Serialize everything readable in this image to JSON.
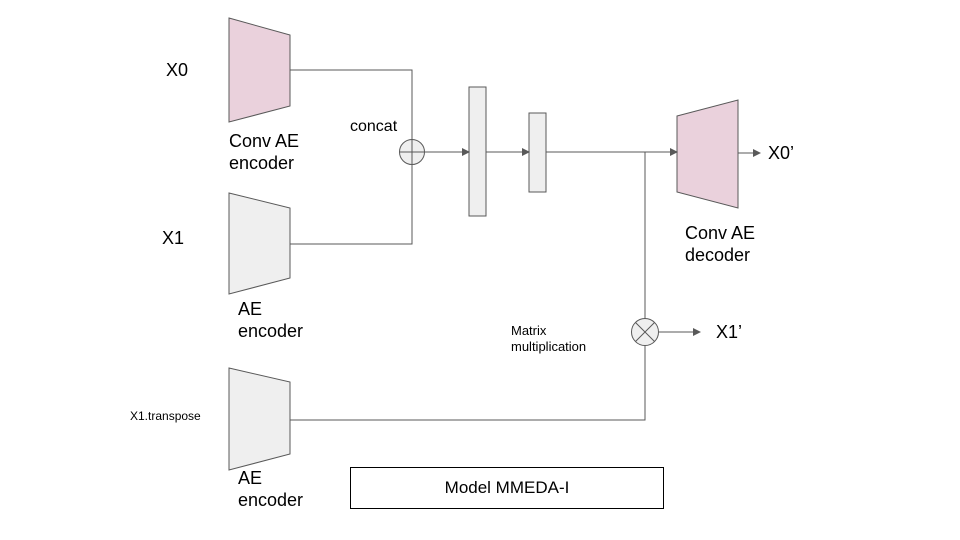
{
  "colors": {
    "conv_fill": "#ead1dc",
    "ae_fill": "#efefef",
    "stroke": "#595959",
    "line": "#595959"
  },
  "inputs": {
    "x0": "X0",
    "x1": "X1",
    "x1_transpose": "X1.transpose"
  },
  "blocks": {
    "conv_ae_encoder": "Conv AE\nencoder",
    "ae_encoder_1": "AE\nencoder",
    "ae_encoder_2": "AE\nencoder",
    "conv_ae_decoder": "Conv AE\ndecoder"
  },
  "operations": {
    "concat": "concat",
    "matmul": "Matrix\nmultiplication"
  },
  "outputs": {
    "x0_prime": "X0’",
    "x1_prime": "X1’"
  },
  "model_title": "Model MMEDA-I"
}
